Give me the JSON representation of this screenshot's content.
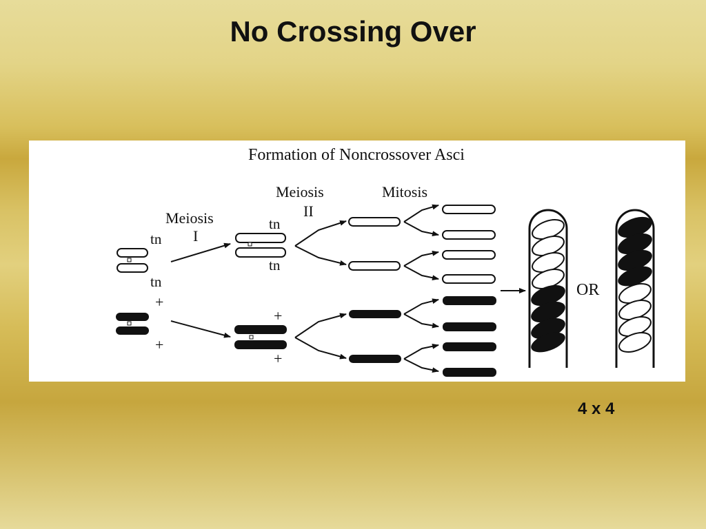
{
  "slide": {
    "title": "No Crossing Over",
    "footer_note": "4 x 4"
  },
  "diagram": {
    "title": "Formation of Noncrossover Asci",
    "stage_meiosis_1": [
      "Meiosis",
      "I"
    ],
    "stage_meiosis_2": [
      "Meiosis",
      "II"
    ],
    "stage_mitosis": "Mitosis",
    "allele_mutant": "tn",
    "allele_wildtype": "+",
    "or_label": "OR"
  }
}
